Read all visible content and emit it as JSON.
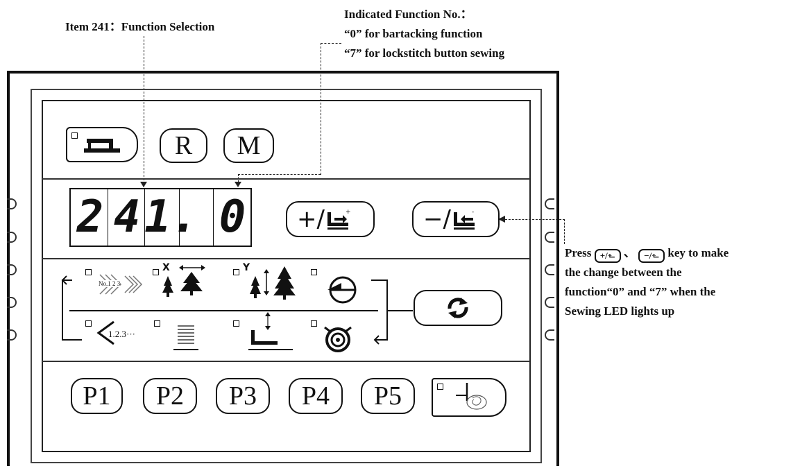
{
  "annotations": {
    "item_label": "Item 241：Function Selection",
    "indicated_title": "Indicated Function No.：",
    "indicated_line1": "“0” for bartacking function",
    "indicated_line2": "“7” for lockstitch button sewing",
    "press_prefix": "Press",
    "press_sep": "、",
    "press_suffix": "key to make",
    "press_line2": "the change between  the",
    "press_line3": "function“0” and “7”  when the",
    "press_line4": "Sewing LED lights up"
  },
  "panel": {
    "keys": {
      "reset": "R",
      "mode": "M",
      "plus": "+/",
      "minus": "−/",
      "p1": "P1",
      "p2": "P2",
      "p3": "P3",
      "p4": "P4",
      "p5": "P5"
    },
    "display": {
      "digits": [
        "2",
        "4",
        "1.",
        "",
        "0"
      ]
    },
    "labels": {
      "x_label": "X",
      "y_label": "Y",
      "step_text": "1.2.3···",
      "pattern_text": "No.1 2 3"
    }
  },
  "icons": [
    "sewing-machine-icon",
    "reset-key",
    "mode-key",
    "plus-key",
    "minus-key",
    "pattern-step-icon",
    "x-scale-icon",
    "y-scale-icon",
    "speed-icon",
    "step-sewing-icon",
    "stitch-length-icon",
    "presser-foot-icon",
    "thread-tension-icon",
    "cycle-arrows-icon",
    "thread-winding-icon"
  ]
}
